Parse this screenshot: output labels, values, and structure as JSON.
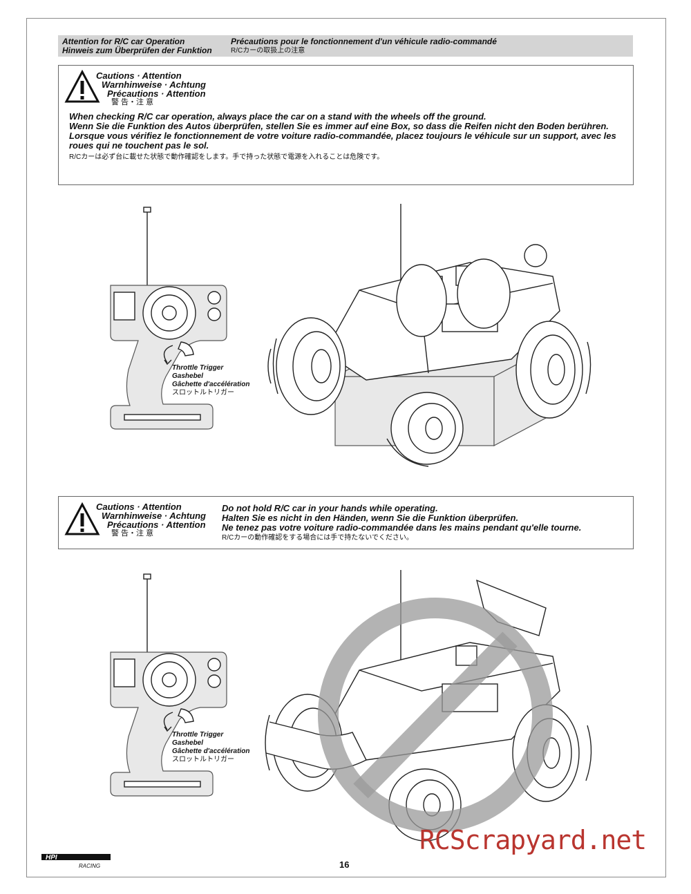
{
  "header": {
    "left": [
      "Attention for R/C car Operation",
      "Hinweis zum Überprüfen der Funktion"
    ],
    "right": [
      "Précautions pour le fonctionnement d'un véhicule radio-commandé",
      "R/Cカーの取扱上の注意"
    ]
  },
  "caution_title": {
    "en": "Cautions · Attention",
    "de": "Warnhinweise · Achtung",
    "fr": "Précautions · Attention",
    "jp": "警 告・注 意"
  },
  "caution1": {
    "en": "When checking R/C car operation, always place the car on a stand with the wheels off the ground.",
    "de": "Wenn Sie die Funktion des Autos überprüfen, stellen Sie es immer auf eine Box, so dass die Reifen nicht den Boden berühren.",
    "fr": "Lorsque vous vérifiez le fonctionnement de votre voiture radio-commandée, placez toujours le véhicule sur un support, avec les roues qui ne touchent pas le sol.",
    "jp": "R/Cカーは必ず台に載せた状態で動作確認をします。手で持った状態で電源を入れることは危険です。"
  },
  "caution2": {
    "en": "Do not hold R/C car in your hands while operating.",
    "de": "Halten Sie es nicht in den Händen, wenn Sie die Funktion überprüfen.",
    "fr": "Ne tenez pas votre voiture radio-commandée dans les mains pendant qu'elle tourne.",
    "jp": "R/Cカーの動作確認をする場合には手で持たないでください。"
  },
  "trigger_label": {
    "en": "Throttle Trigger",
    "de": "Gashebel",
    "fr": "Gâchette d'accélération",
    "jp": "スロットルトリガー"
  },
  "page_number": "16",
  "watermark": "RCScrapyard.net",
  "logo_text": "HPI",
  "logo_sub": "RACING"
}
